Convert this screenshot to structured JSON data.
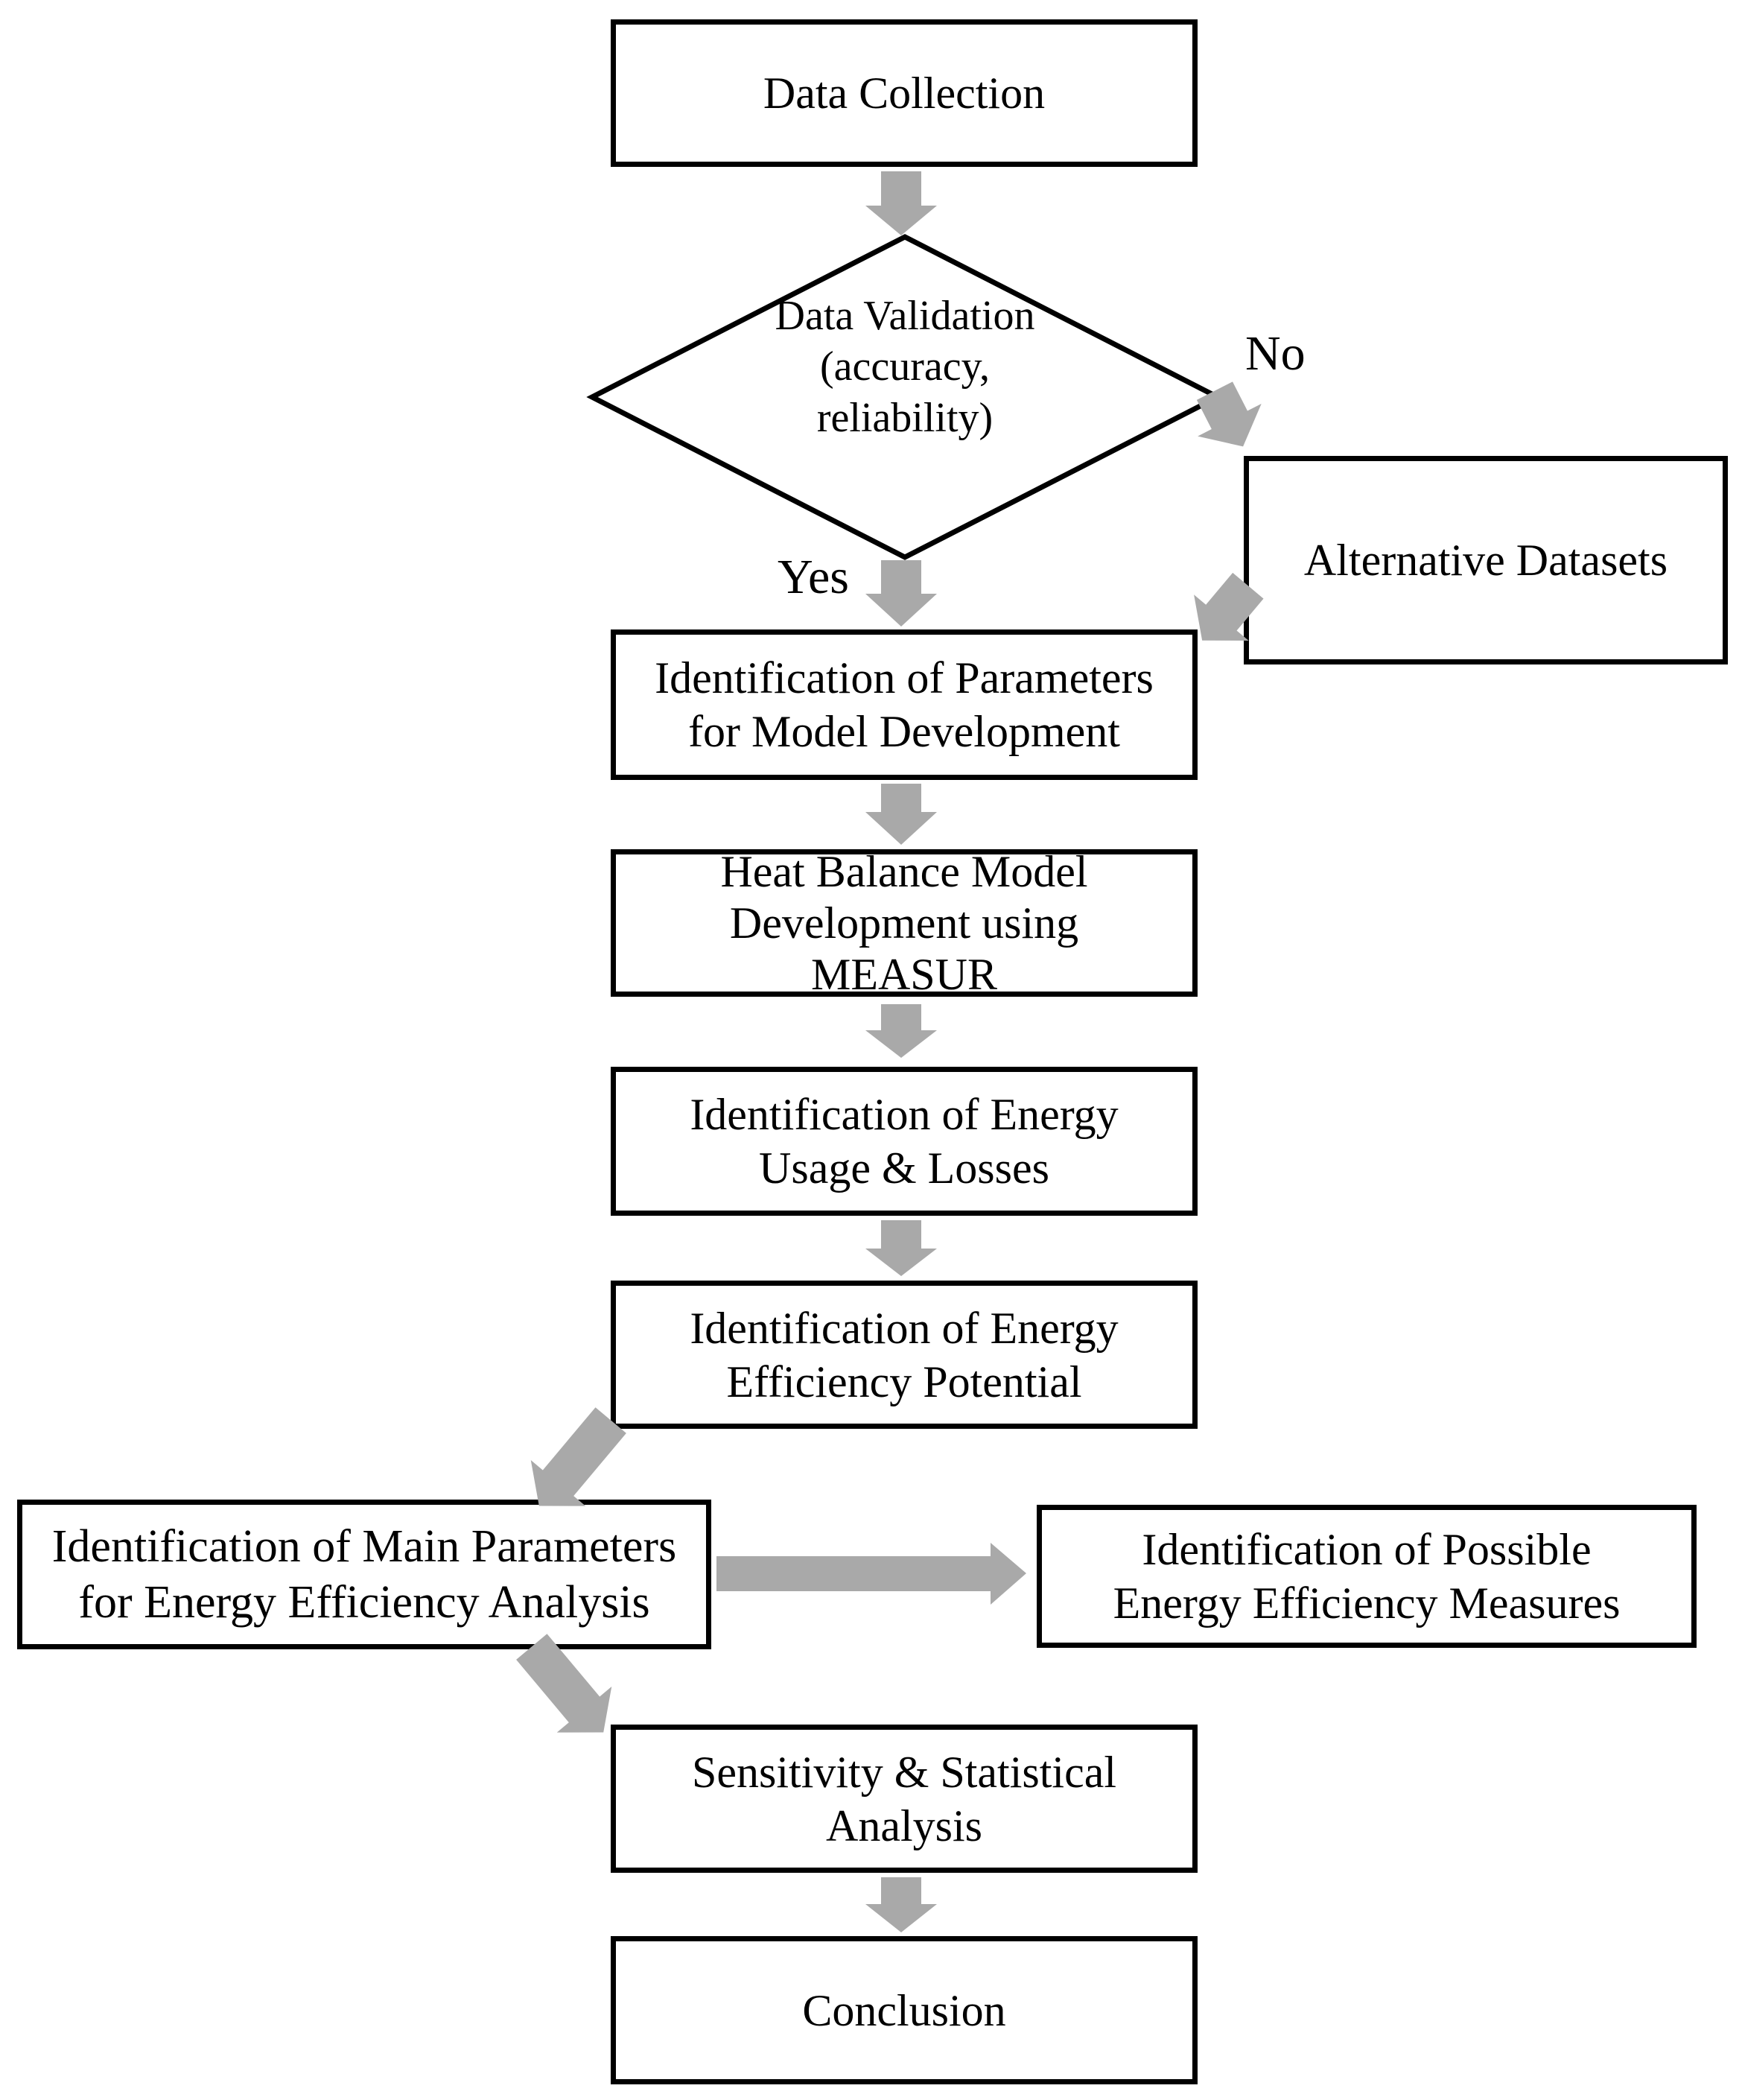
{
  "diagram": {
    "type": "flowchart",
    "nodes": {
      "data_collection": {
        "label": "Data Collection"
      },
      "data_validation": {
        "lines": [
          "Data",
          "Validation",
          "(accuracy,",
          "reliability)"
        ]
      },
      "alternative_datasets": {
        "label": "Alternative Datasets"
      },
      "identification_parameters": {
        "lines": [
          "Identification of Parameters",
          "for Model Development"
        ]
      },
      "heat_balance_model": {
        "lines": [
          "Heat Balance Model",
          "Development using",
          "MEASUR"
        ]
      },
      "energy_usage_losses": {
        "lines": [
          "Identification of Energy",
          "Usage & Losses"
        ]
      },
      "energy_efficiency_potential": {
        "lines": [
          "Identification of Energy",
          "Efficiency Potential"
        ]
      },
      "main_parameters": {
        "lines": [
          "Identification of Main Parameters",
          "for Energy Efficiency Analysis"
        ]
      },
      "possible_measures": {
        "lines": [
          "Identification of Possible",
          "Energy Efficiency Measures"
        ]
      },
      "sensitivity_analysis": {
        "lines": [
          "Sensitivity & Statistical",
          "Analysis"
        ]
      },
      "conclusion": {
        "label": "Conclusion"
      }
    },
    "branch_labels": {
      "yes": "Yes",
      "no": "No"
    },
    "colors": {
      "arrow_fill": "#a9a9a9",
      "box_border": "#000000",
      "background": "#ffffff",
      "text": "#000000"
    }
  }
}
